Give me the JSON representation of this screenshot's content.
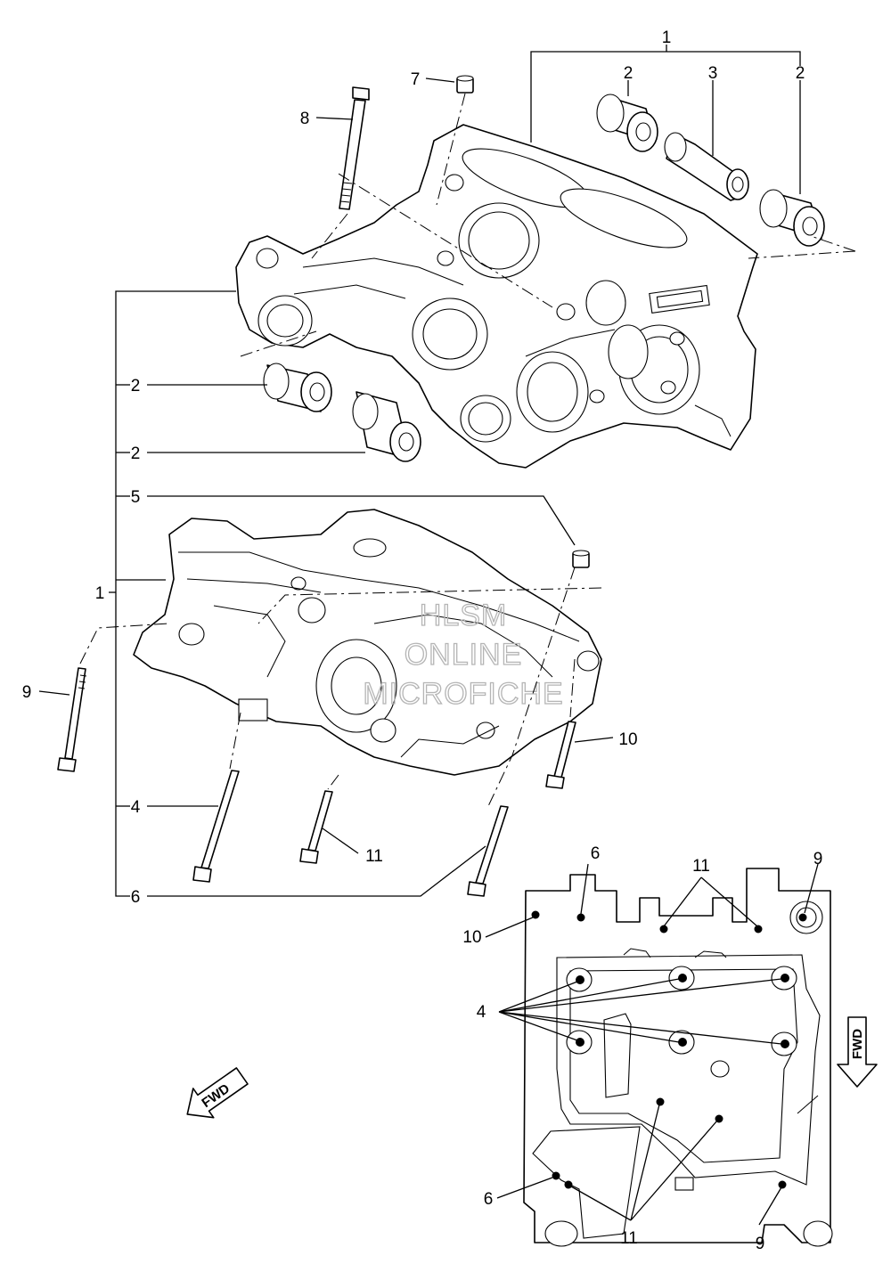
{
  "callouts": {
    "top_group": "1",
    "top_damper_left": "2",
    "top_collar": "3",
    "top_damper_right": "2",
    "pin_upper": "7",
    "bolt_upper": "8",
    "damper_mid_upper": "2",
    "damper_mid_lower": "2",
    "pin_lower": "5",
    "crankcase_group": "1",
    "bolt_left": "9",
    "bolt_right": "10",
    "bolt_long": "4",
    "bolt_short": "11",
    "bolt_bottom": "6"
  },
  "detail_view": {
    "label_6_top": "6",
    "label_11_top": "11",
    "label_9_top": "9",
    "label_10": "10",
    "label_4": "4",
    "label_6_bottom": "6",
    "label_11_bottom": "11",
    "label_9_bottom": "9"
  },
  "fwd_arrow_left": "FWD",
  "fwd_arrow_right": "FWD",
  "watermark": [
    "HLSM",
    "ONLINE",
    "MICROFICHE"
  ]
}
